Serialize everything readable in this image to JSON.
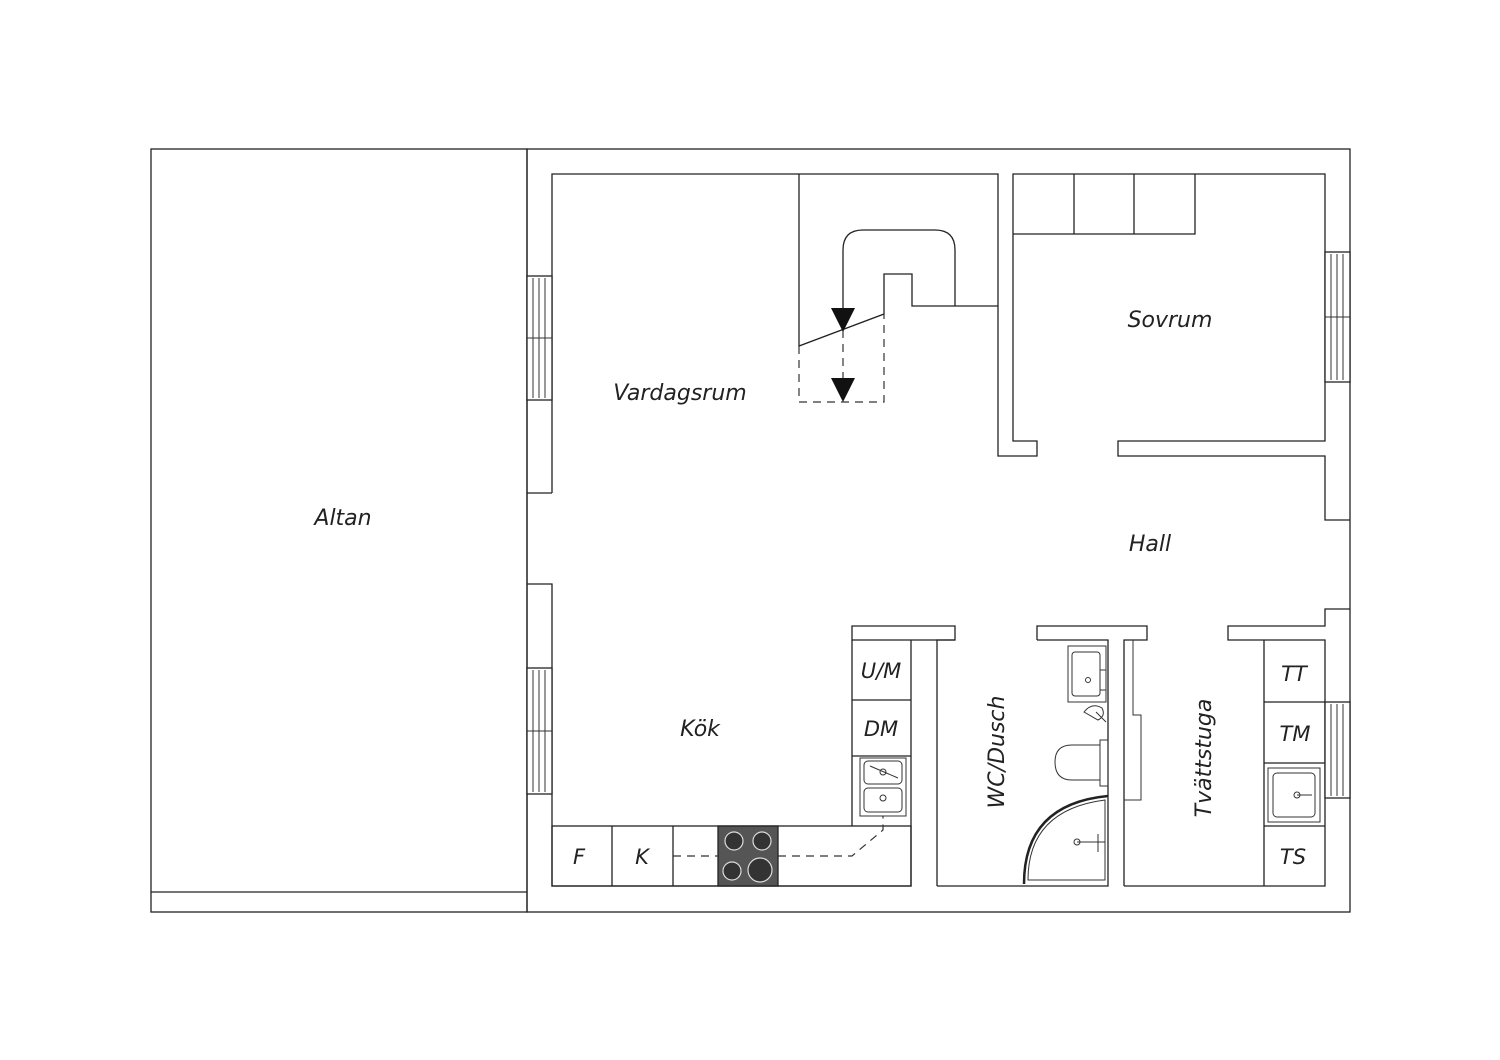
{
  "rooms": {
    "altan": "Altan",
    "vardagsrum": "Vardagsrum",
    "sovrum": "Sovrum",
    "hall": "Hall",
    "kok": "Kök",
    "wc_dusch": "WC/Dusch",
    "tvattstuga": "Tvättstuga"
  },
  "appliances": {
    "fridge": "F",
    "freezer": "K",
    "oven_microwave": "U/M",
    "dishwasher": "DM",
    "dryer": "TT",
    "washing_machine": "TM",
    "drying_cabinet": "TS"
  }
}
